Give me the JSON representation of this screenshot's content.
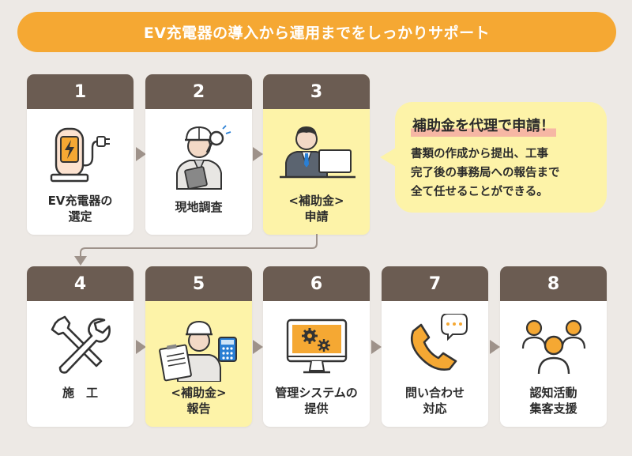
{
  "banner": {
    "text": "EV充電器の導入から運用までをしっかりサポート"
  },
  "steps": [
    {
      "num": "1",
      "lines": [
        "EV充電器の",
        "選定"
      ],
      "icon": "ev-charger-icon",
      "highlight": false
    },
    {
      "num": "2",
      "lines": [
        "現地調査"
      ],
      "icon": "surveyor-icon",
      "highlight": false
    },
    {
      "num": "3",
      "lines": [
        "<補助金>",
        "申請"
      ],
      "icon": "office-worker-icon",
      "highlight": true
    },
    {
      "num": "4",
      "lines": [
        "施　工"
      ],
      "icon": "tools-icon",
      "highlight": false
    },
    {
      "num": "5",
      "lines": [
        "<補助金>",
        "報告"
      ],
      "icon": "worker-calculator-icon",
      "highlight": true
    },
    {
      "num": "6",
      "lines": [
        "管理システムの",
        "提供"
      ],
      "icon": "monitor-gears-icon",
      "highlight": false
    },
    {
      "num": "7",
      "lines": [
        "問い合わせ",
        "対応"
      ],
      "icon": "phone-icon",
      "highlight": false
    },
    {
      "num": "8",
      "lines": [
        "認知活動",
        "集客支援"
      ],
      "icon": "people-icon",
      "highlight": false
    }
  ],
  "callout": {
    "title": "補助金を代理で申請！",
    "body": [
      "書類の作成から提出、工事",
      "完了後の事務局への報告まで",
      "全て任せることができる。"
    ]
  },
  "colors": {
    "banner": "#f5a833",
    "step_header": "#6b5c52",
    "highlight": "#fdf3a8",
    "accent_orange": "#f5a833",
    "background": "#ede9e5"
  }
}
